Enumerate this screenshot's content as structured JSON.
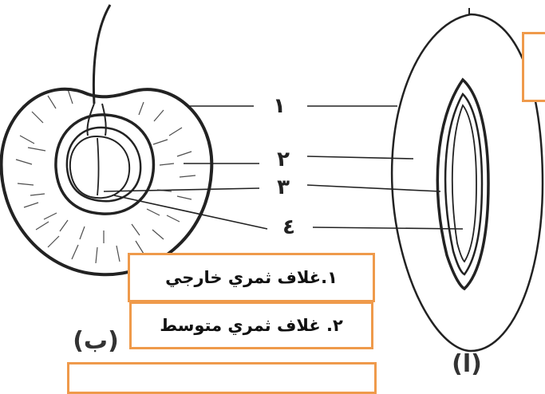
{
  "labels": {
    "n1": "١",
    "n2": "٢",
    "n3": "٣",
    "n4": "٤",
    "fig_b": "(ب)",
    "fig_a": "(ا)"
  },
  "callouts": {
    "item1": "١.غلاف ثمري خارجي",
    "item2": "٢. غلاف ثمري متوسط",
    "item3": "",
    "item4": ""
  },
  "colors": {
    "callout_border": "#ef9a4b",
    "line_art": "#222222"
  }
}
